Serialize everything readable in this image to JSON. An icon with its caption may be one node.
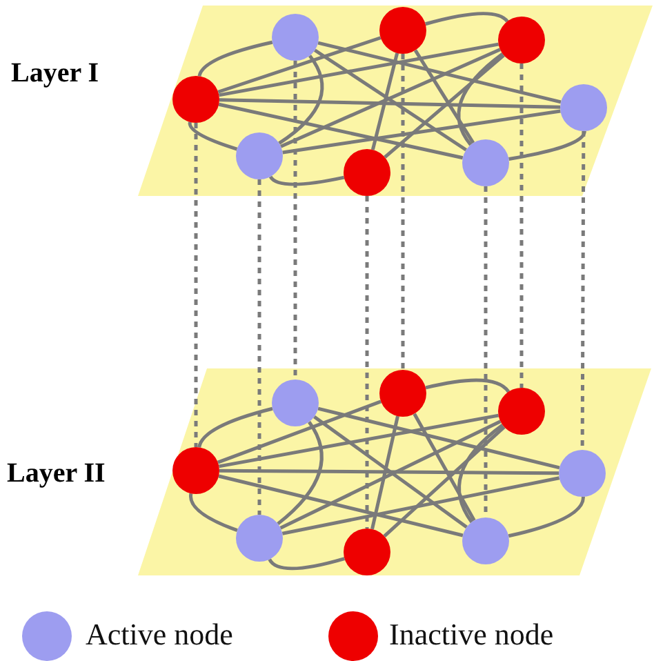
{
  "diagram": {
    "nodes": [
      {
        "text": [
          "Layer I"
        ]
      },
      {
        "text": [],
        "shape": "circle",
        "in": 0
      },
      {
        "text": [],
        "shape": "circle",
        "in": 0
      },
      {
        "text": [],
        "shape": "circle",
        "in": 0
      },
      {
        "text": [],
        "shape": "circle",
        "in": 0
      },
      {
        "text": [],
        "shape": "circle",
        "in": 0
      },
      {
        "text": [],
        "shape": "circle",
        "in": 0
      },
      {
        "text": [],
        "shape": "circle",
        "in": 0
      },
      {
        "text": [],
        "shape": "circle",
        "in": 0
      },
      {
        "text": [
          "Layer II"
        ]
      },
      {
        "text": [],
        "shape": "circle",
        "in": 9
      },
      {
        "text": [],
        "shape": "circle",
        "in": 9
      },
      {
        "text": [],
        "shape": "circle",
        "in": 9
      },
      {
        "text": [],
        "shape": "circle",
        "in": 9
      },
      {
        "text": [],
        "shape": "circle",
        "in": 9
      },
      {
        "text": [],
        "shape": "circle",
        "in": 9
      },
      {
        "text": [],
        "shape": "circle",
        "in": 9
      },
      {
        "text": [],
        "shape": "circle",
        "in": 9
      }
    ],
    "edges": [
      {
        "from": 1,
        "to": 3,
        "arrow": "none"
      },
      {
        "from": 5,
        "to": 7,
        "arrow": "none"
      },
      {
        "from": 1,
        "to": 2,
        "arrow": "none"
      },
      {
        "from": 2,
        "to": 4,
        "arrow": "none"
      },
      {
        "from": 6,
        "to": 8,
        "arrow": "none"
      },
      {
        "from": 7,
        "to": 6,
        "arrow": "none"
      },
      {
        "from": 3,
        "to": 2,
        "arrow": "none"
      },
      {
        "from": 1,
        "to": 8,
        "arrow": "none"
      },
      {
        "from": 1,
        "to": 5,
        "arrow": "none"
      },
      {
        "from": 1,
        "to": 7,
        "arrow": "none"
      },
      {
        "from": 1,
        "to": 6,
        "arrow": "none"
      },
      {
        "from": 3,
        "to": 6,
        "arrow": "none"
      },
      {
        "from": 3,
        "to": 8,
        "arrow": "none"
      },
      {
        "from": 5,
        "to": 6,
        "arrow": "none"
      },
      {
        "from": 5,
        "to": 4,
        "arrow": "none"
      },
      {
        "from": 4,
        "to": 7,
        "arrow": "none"
      },
      {
        "from": 2,
        "to": 7,
        "arrow": "none"
      },
      {
        "from": 2,
        "to": 8,
        "arrow": "none"
      },
      {
        "from": 10,
        "to": 12,
        "arrow": "none"
      },
      {
        "from": 14,
        "to": 16,
        "arrow": "none"
      },
      {
        "from": 10,
        "to": 11,
        "arrow": "none"
      },
      {
        "from": 11,
        "to": 13,
        "arrow": "none"
      },
      {
        "from": 15,
        "to": 17,
        "arrow": "none"
      },
      {
        "from": 16,
        "to": 15,
        "arrow": "none"
      },
      {
        "from": 12,
        "to": 11,
        "arrow": "none"
      },
      {
        "from": 10,
        "to": 17,
        "arrow": "none"
      },
      {
        "from": 10,
        "to": 14,
        "arrow": "none"
      },
      {
        "from": 10,
        "to": 16,
        "arrow": "none"
      },
      {
        "from": 10,
        "to": 15,
        "arrow": "none"
      },
      {
        "from": 12,
        "to": 15,
        "arrow": "none"
      },
      {
        "from": 12,
        "to": 17,
        "arrow": "none"
      },
      {
        "from": 14,
        "to": 15,
        "arrow": "none"
      },
      {
        "from": 14,
        "to": 13,
        "arrow": "none"
      },
      {
        "from": 13,
        "to": 16,
        "arrow": "none"
      },
      {
        "from": 11,
        "to": 16,
        "arrow": "none"
      },
      {
        "from": 11,
        "to": 17,
        "arrow": "none"
      },
      {
        "from": 1,
        "to": 10,
        "arrow": "none",
        "style": "dashed"
      },
      {
        "from": 2,
        "to": 11,
        "arrow": "none",
        "style": "dashed"
      },
      {
        "from": 3,
        "to": 12,
        "arrow": "none",
        "style": "dashed"
      },
      {
        "from": 4,
        "to": 13,
        "arrow": "none",
        "style": "dashed"
      },
      {
        "from": 5,
        "to": 14,
        "arrow": "none",
        "style": "dashed"
      },
      {
        "from": 6,
        "to": 15,
        "arrow": "none",
        "style": "dashed"
      },
      {
        "from": 7,
        "to": 16,
        "arrow": "none",
        "style": "dashed"
      },
      {
        "from": 8,
        "to": 17,
        "arrow": "none",
        "style": "dashed"
      }
    ],
    "legend": [
      {
        "text": "Active node",
        "color": "#9d9df0"
      },
      {
        "text": "Inactive node",
        "color": "#ee0000"
      }
    ]
  }
}
